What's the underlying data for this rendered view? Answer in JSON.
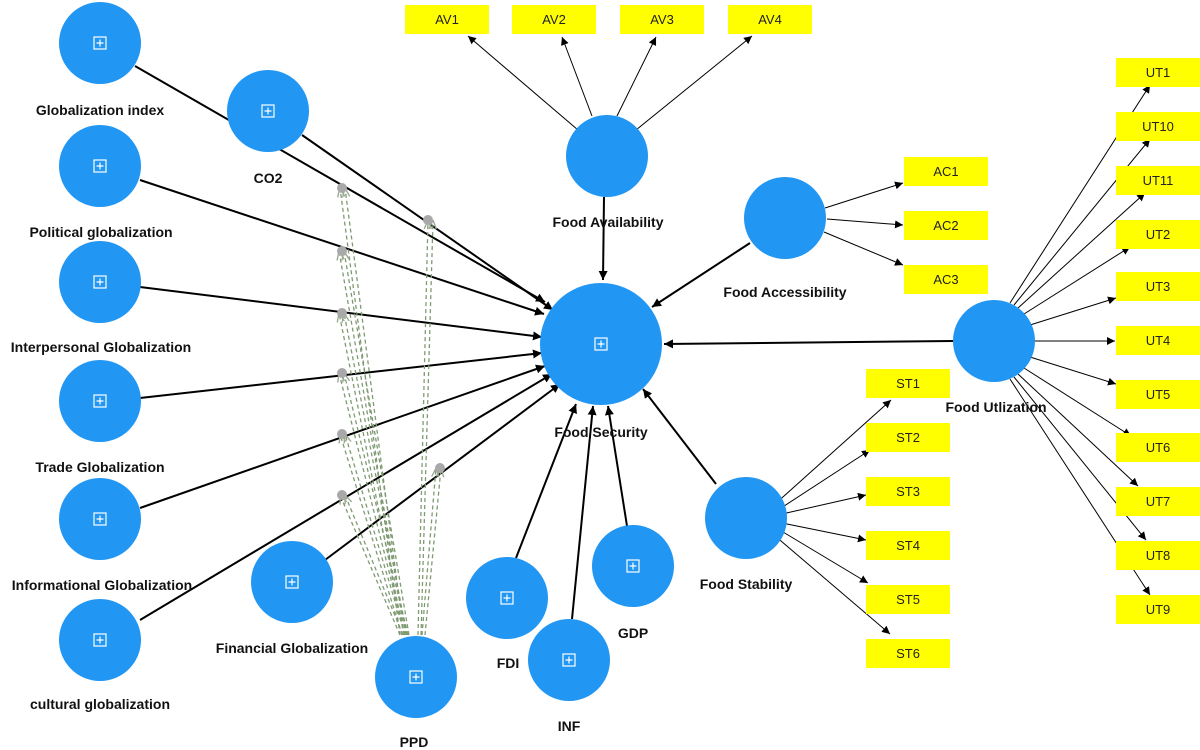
{
  "colors": {
    "construct": "#2196F3",
    "indicator": "#FFFF00",
    "path": "#000000",
    "moderator": "#7F9A72",
    "junction": "#A9A9A9"
  },
  "icons": {
    "construct": "plus-square-icon"
  },
  "constructs": {
    "glob_index": {
      "label": "Globalization index"
    },
    "co2": {
      "label": "CO2"
    },
    "political": {
      "label": "Political globalization"
    },
    "interpersonal": {
      "label": "Interpersonal Globalization"
    },
    "trade": {
      "label": "Trade Globalization"
    },
    "informational": {
      "label": "Informational Globalization"
    },
    "cultural": {
      "label": "cultural globalization"
    },
    "financial": {
      "label": "Financial Globalization"
    },
    "ppd": {
      "label": "PPD"
    },
    "fdi": {
      "label": "FDI"
    },
    "inf": {
      "label": "INF"
    },
    "gdp": {
      "label": "GDP"
    },
    "food_security": {
      "label": "Food Security"
    },
    "food_availability": {
      "label": "Food Availability"
    },
    "food_accessibility": {
      "label": "Food Accessibility"
    },
    "food_stability": {
      "label": "Food Stability"
    },
    "food_utilization": {
      "label": "Food Utlization"
    }
  },
  "indicators": {
    "availability": [
      "AV1",
      "AV2",
      "AV3",
      "AV4"
    ],
    "accessibility": [
      "AC1",
      "AC2",
      "AC3"
    ],
    "stability": [
      "ST1",
      "ST2",
      "ST3",
      "ST4",
      "ST5",
      "ST6"
    ],
    "utilization": [
      "UT1",
      "UT10",
      "UT11",
      "UT2",
      "UT3",
      "UT4",
      "UT5",
      "UT6",
      "UT7",
      "UT8",
      "UT9"
    ]
  }
}
